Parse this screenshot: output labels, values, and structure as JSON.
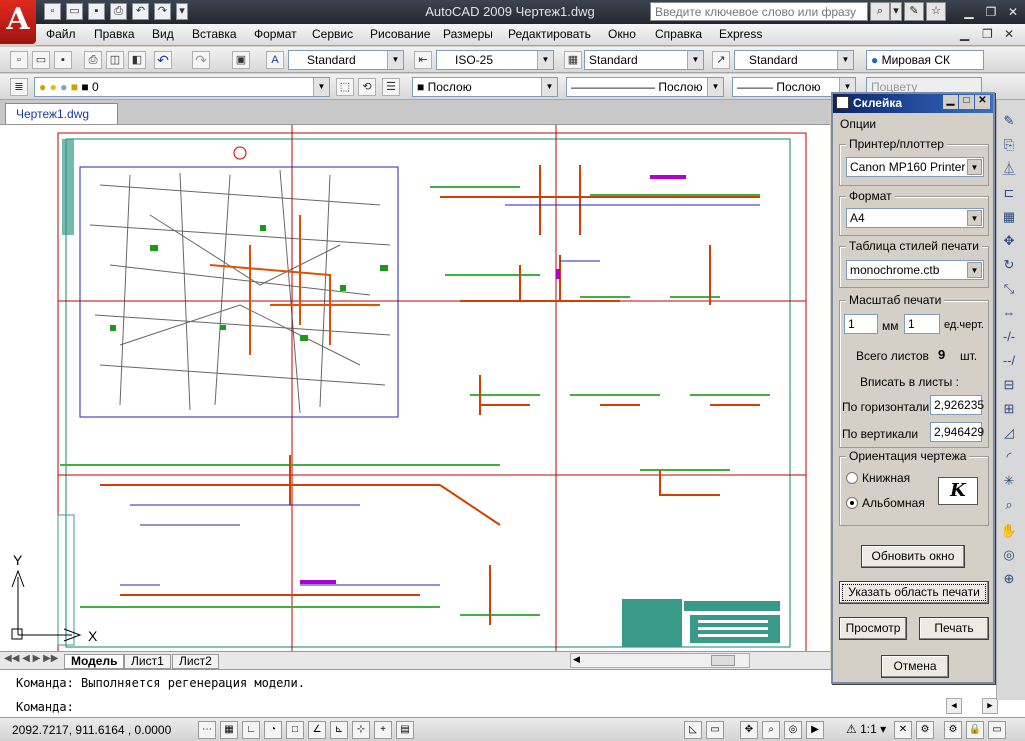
{
  "app": {
    "logo": "A",
    "title": "AutoCAD 2009 Чертеж1.dwg",
    "search_placeholder": "Введите ключевое слово или фразу"
  },
  "quick_access": {
    "new": "new-icon",
    "open": "open-icon",
    "save": "save-icon",
    "print": "print-icon",
    "undo": "undo-icon",
    "redo": "redo-icon",
    "dropdown": "▾"
  },
  "menu": [
    "Файл",
    "Правка",
    "Вид",
    "Вставка",
    "Формат",
    "Сервис",
    "Рисование",
    "Размеры",
    "Редактировать",
    "Окно",
    "Справка",
    "Express"
  ],
  "toolbar1": {
    "text_style": "Standard",
    "dim_style": "ISO-25",
    "table_style": "Standard",
    "mleader_style": "Standard",
    "ucs": "Мировая СК"
  },
  "toolbar2": {
    "layer": "0",
    "color": "Послою",
    "linetype": "Послою",
    "lineweight": "Послою",
    "plotstyle": "Поцвету"
  },
  "document_tab": "Чертеж1.dwg",
  "layout_tabs": [
    "Модель",
    "Лист1",
    "Лист2"
  ],
  "ucs_labels": {
    "y": "Y",
    "x": "X"
  },
  "command": {
    "history": "Команда: Выполняется регенерация модели.",
    "prompt": "Команда:"
  },
  "status": {
    "coords": "2092.7217, 911.6164 , 0.0000",
    "scale": "1:1"
  },
  "dialog": {
    "title": "Склейка",
    "menu_label": "Опции",
    "printer_group": "Принтер/плоттер",
    "printer": "Canon MP160 Printer",
    "format_group": "Формат",
    "format": "A4",
    "plotstyle_group": "Таблица стилей печати",
    "plotstyle": "monochrome.ctb",
    "scale_group": "Масштаб печати",
    "scale_mm": "1",
    "scale_mm_label": "мм",
    "scale_units": "1",
    "scale_units_label": "ед.черт.",
    "total_sheets_label": "Всего листов",
    "total_sheets": "9",
    "sheets_unit": "шт.",
    "fit_label": "Вписать в листы :",
    "horizontal_label": "По горизонтали",
    "horizontal": "2,926235",
    "vertical_label": "По вертикали",
    "vertical": "2,946429",
    "orientation_group": "Ориентация чертежа",
    "portrait": "Книжная",
    "landscape": "Альбомная",
    "orientation_icon": "K",
    "update_button": "Обновить окно",
    "pick_area_button": "Указать область печати",
    "preview_button": "Просмотр",
    "print_button": "Печать",
    "cancel_button": "Отмена"
  }
}
